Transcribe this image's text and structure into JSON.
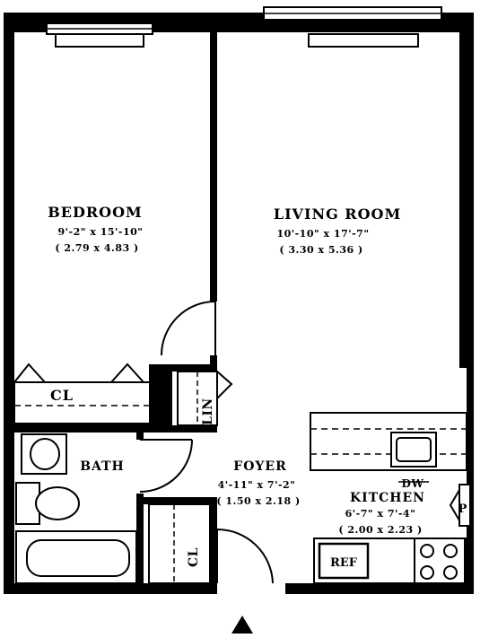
{
  "rooms": {
    "bedroom": {
      "name": "BEDROOM",
      "dim_imperial": "9'-2\" x 15'-10\"",
      "dim_metric": "( 2.79 x 4.83 )"
    },
    "living_room": {
      "name": "LIVING ROOM",
      "dim_imperial": "10'-10\" x 17'-7\"",
      "dim_metric": "( 3.30 x 5.36 )"
    },
    "bath": {
      "name": "BATH"
    },
    "foyer": {
      "name": "FOYER",
      "dim_imperial": "4'-11\" x 7'-2\"",
      "dim_metric": "( 1.50 x 2.18 )"
    },
    "kitchen": {
      "name": "KITCHEN",
      "dim_imperial": "6'-7\" x 7'-4\"",
      "dim_metric": "( 2.00 x 2.23 )"
    }
  },
  "fixtures": {
    "closet_bedroom": "CL",
    "closet_foyer": "CL",
    "linen": "LIN",
    "dishwasher": "DW",
    "refrigerator": "REF",
    "pantry": "P"
  },
  "colors": {
    "wall": "#000000",
    "background": "#ffffff"
  }
}
